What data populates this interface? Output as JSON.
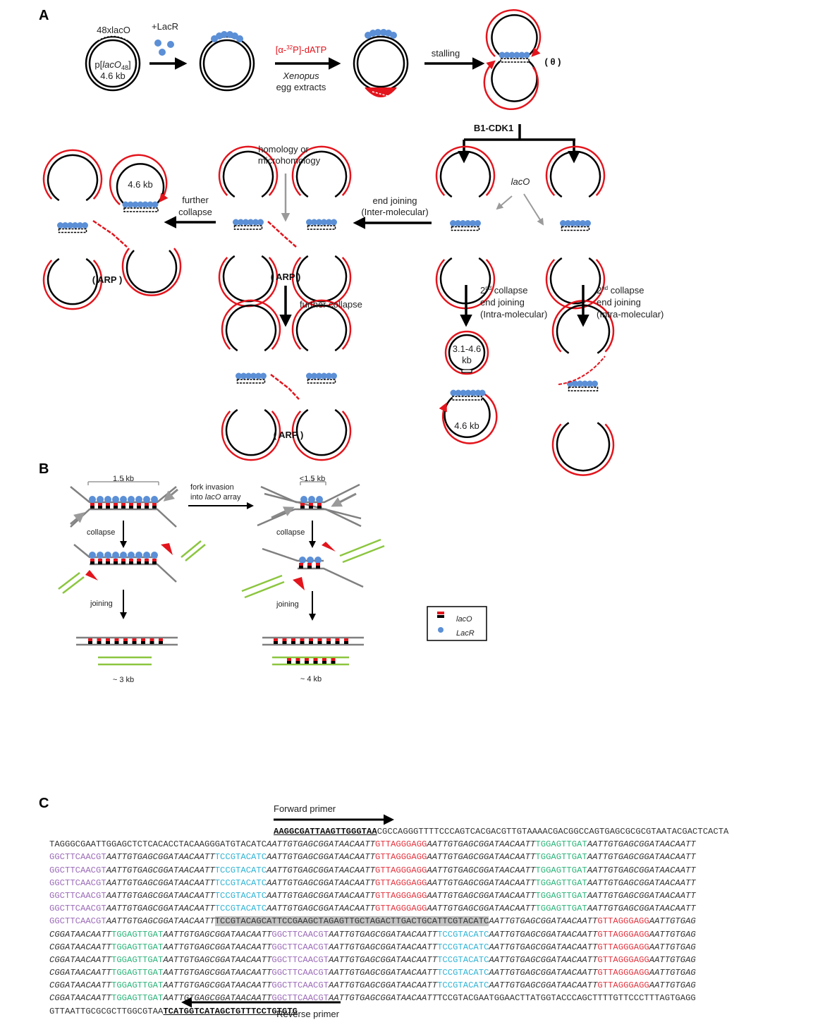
{
  "figure": {
    "panels": [
      "A",
      "B",
      "C"
    ],
    "colors": {
      "dna_strand": "#111111",
      "nascent_strand": "#e3141c",
      "lacR": "#5b8fd6",
      "grey_arrow": "#9a9a9a",
      "green_fragment": "#8cc63f",
      "grey_dna": "#808080",
      "seg_purple": "#9b6ab8",
      "seg_cyan": "#2fb3d4",
      "seg_red": "#e3343f",
      "seg_green": "#2db37a",
      "highlight": "#c2c2c2"
    }
  },
  "panelA": {
    "label": "A",
    "plasmid_array_label": "48xlacO",
    "plasmid_name_pre": "p[",
    "plasmid_name_it": "lacO",
    "plasmid_name_sub": "48",
    "plasmid_name_post": "]",
    "plasmid_size": "4.6 kb",
    "add_lacR": "+LacR",
    "radiolabel": "[α-32P]-dATP",
    "radiolabel_pre": "[α-",
    "radiolabel_sup": "32",
    "radiolabel_post": "P]-dATP",
    "extract_it": "Xenopus",
    "extract_line2": "egg extracts",
    "stalling": "stalling",
    "theta": "( θ )",
    "cdk": "B1-CDK1",
    "lacO_pointer": "lacO",
    "end_joining_inter_1": "end joining",
    "end_joining_inter_2": "(Inter-molecular)",
    "homology_1": "homology or",
    "homology_2": "microhomology",
    "further_collapse_1": "further",
    "further_collapse_2": "collapse",
    "further_collapse_down": "further collapse",
    "arp": "( ARP )",
    "small_circle_size": "4.6 kb",
    "second_collapse_sup": "nd",
    "second_collapse_num": "2",
    "second_collapse_rest": " collapse",
    "intra_1": "end joining",
    "intra_2": "(Intra-molecular)",
    "product_range_1": "3.1-4.6",
    "product_range_2": "kb",
    "product_size": "4.6 kb"
  },
  "panelB": {
    "label": "B",
    "left_span": "1.5 kb",
    "right_span": "<1.5 kb",
    "fork_invasion_1": "fork invasion",
    "fork_invasion_2_pre": "into ",
    "fork_invasion_2_it": "lacO",
    "fork_invasion_2_post": " array",
    "collapse": "collapse",
    "joining": "joining",
    "left_product": "~ 3 kb",
    "right_product": "~ 4 kb",
    "legend": [
      {
        "symbol": "red-black-bar",
        "label": "lacO"
      },
      {
        "symbol": "blue-dot",
        "label": "LacR"
      }
    ]
  },
  "panelC": {
    "label": "C",
    "forward_primer_label": "Forward primer",
    "reverse_primer_label": "Reverse primer",
    "lines": [
      [
        [
          "primer",
          "AAGGCGATTAAGTTGGGTAA"
        ],
        [
          "plain",
          "CGCCAGGGTTTTCCCAGTCACGACGTTGTAAAACGACGGCCAGTGAGCGCGCGTAATACGACTCACTA"
        ]
      ],
      [
        [
          "plain",
          "TAGGGCGAATTGGAGCTCTCACACCTACAAGGGATGTACATC"
        ],
        [
          "italic",
          "AATTGTGAGCGGATAACAATT"
        ],
        [
          "red",
          "GTTAGGGAGG"
        ],
        [
          "italic",
          "AATTGTGAGCGGATAACAATT"
        ],
        [
          "green",
          "TGGAGTTGAT"
        ],
        [
          "italic",
          "AATTGTGAGCGGATAACAATT"
        ]
      ],
      [
        [
          "purple",
          "GGCTTCAACGT"
        ],
        [
          "italic",
          "AATTGTGAGCGGATAACAATT"
        ],
        [
          "cyan",
          "TCCGTACATC"
        ],
        [
          "italic",
          "AATTGTGAGCGGATAACAATT"
        ],
        [
          "red",
          "GTTAGGGAGG"
        ],
        [
          "italic",
          "AATTGTGAGCGGATAACAATT"
        ],
        [
          "green",
          "TGGAGTTGAT"
        ],
        [
          "italic",
          "AATTGTGAGCGGATAACAATT"
        ]
      ],
      [
        [
          "purple",
          "GGCTTCAACGT"
        ],
        [
          "italic",
          "AATTGTGAGCGGATAACAATT"
        ],
        [
          "cyan",
          "TCCGTACATC"
        ],
        [
          "italic",
          "AATTGTGAGCGGATAACAATT"
        ],
        [
          "red",
          "GTTAGGGAGG"
        ],
        [
          "italic",
          "AATTGTGAGCGGATAACAATT"
        ],
        [
          "green",
          "TGGAGTTGAT"
        ],
        [
          "italic",
          "AATTGTGAGCGGATAACAATT"
        ]
      ],
      [
        [
          "purple",
          "GGCTTCAACGT"
        ],
        [
          "italic",
          "AATTGTGAGCGGATAACAATT"
        ],
        [
          "cyan",
          "TCCGTACATC"
        ],
        [
          "italic",
          "AATTGTGAGCGGATAACAATT"
        ],
        [
          "red",
          "GTTAGGGAGG"
        ],
        [
          "italic",
          "AATTGTGAGCGGATAACAATT"
        ],
        [
          "green",
          "TGGAGTTGAT"
        ],
        [
          "italic",
          "AATTGTGAGCGGATAACAATT"
        ]
      ],
      [
        [
          "purple",
          "GGCTTCAACGT"
        ],
        [
          "italic",
          "AATTGTGAGCGGATAACAATT"
        ],
        [
          "cyan",
          "TCCGTACATC"
        ],
        [
          "italic",
          "AATTGTGAGCGGATAACAATT"
        ],
        [
          "red",
          "GTTAGGGAGG"
        ],
        [
          "italic",
          "AATTGTGAGCGGATAACAATT"
        ],
        [
          "green",
          "TGGAGTTGAT"
        ],
        [
          "italic",
          "AATTGTGAGCGGATAACAATT"
        ]
      ],
      [
        [
          "purple",
          "GGCTTCAACGT"
        ],
        [
          "italic",
          "AATTGTGAGCGGATAACAATT"
        ],
        [
          "cyan",
          "TCCGTACATC"
        ],
        [
          "italic",
          "AATTGTGAGCGGATAACAATT"
        ],
        [
          "red",
          "GTTAGGGAGG"
        ],
        [
          "italic",
          "AATTGTGAGCGGATAACAATT"
        ],
        [
          "green",
          "TGGAGTTGAT"
        ],
        [
          "italic",
          "AATTGTGAGCGGATAACAATT"
        ]
      ],
      [
        [
          "purple",
          "GGCTTCAACGT"
        ],
        [
          "italic",
          "AATTGTGAGCGGATAACAATT"
        ],
        [
          "highlight",
          "TCCGTACAGCATTCCGAAGCTAGAGTTGCTAGACTTGACTGCATTCGTACATC"
        ],
        [
          "italic",
          "AATTGTGAGCGGATAACAATT"
        ],
        [
          "red",
          "GTTAGGGAGG"
        ],
        [
          "italic",
          "AATTGTGAG"
        ]
      ],
      [
        [
          "italic",
          "CGGATAACAATT"
        ],
        [
          "green",
          "TGGAGTTGAT"
        ],
        [
          "italic",
          "AATTGTGAGCGGATAACAATT"
        ],
        [
          "purple",
          "GGCTTCAACGT"
        ],
        [
          "italic",
          "AATTGTGAGCGGATAACAATT"
        ],
        [
          "cyan",
          "TCCGTACATC"
        ],
        [
          "italic",
          "AATTGTGAGCGGATAACAATT"
        ],
        [
          "red",
          "GTTAGGGAGG"
        ],
        [
          "italic",
          "AATTGTGAG"
        ]
      ],
      [
        [
          "italic",
          "CGGATAACAATT"
        ],
        [
          "green",
          "TGGAGTTGAT"
        ],
        [
          "italic",
          "AATTGTGAGCGGATAACAATT"
        ],
        [
          "purple",
          "GGCTTCAACGT"
        ],
        [
          "italic",
          "AATTGTGAGCGGATAACAATT"
        ],
        [
          "cyan",
          "TCCGTACATC"
        ],
        [
          "italic",
          "AATTGTGAGCGGATAACAATT"
        ],
        [
          "red",
          "GTTAGGGAGG"
        ],
        [
          "italic",
          "AATTGTGAG"
        ]
      ],
      [
        [
          "italic",
          "CGGATAACAATT"
        ],
        [
          "green",
          "TGGAGTTGAT"
        ],
        [
          "italic",
          "AATTGTGAGCGGATAACAATT"
        ],
        [
          "purple",
          "GGCTTCAACGT"
        ],
        [
          "italic",
          "AATTGTGAGCGGATAACAATT"
        ],
        [
          "cyan",
          "TCCGTACATC"
        ],
        [
          "italic",
          "AATTGTGAGCGGATAACAATT"
        ],
        [
          "red",
          "GTTAGGGAGG"
        ],
        [
          "italic",
          "AATTGTGAG"
        ]
      ],
      [
        [
          "italic",
          "CGGATAACAATT"
        ],
        [
          "green",
          "TGGAGTTGAT"
        ],
        [
          "italic",
          "AATTGTGAGCGGATAACAATT"
        ],
        [
          "purple",
          "GGCTTCAACGT"
        ],
        [
          "italic",
          "AATTGTGAGCGGATAACAATT"
        ],
        [
          "cyan",
          "TCCGTACATC"
        ],
        [
          "italic",
          "AATTGTGAGCGGATAACAATT"
        ],
        [
          "red",
          "GTTAGGGAGG"
        ],
        [
          "italic",
          "AATTGTGAG"
        ]
      ],
      [
        [
          "italic",
          "CGGATAACAATT"
        ],
        [
          "green",
          "TGGAGTTGAT"
        ],
        [
          "italic",
          "AATTGTGAGCGGATAACAATT"
        ],
        [
          "purple",
          "GGCTTCAACGT"
        ],
        [
          "italic",
          "AATTGTGAGCGGATAACAATT"
        ],
        [
          "cyan",
          "TCCGTACATC"
        ],
        [
          "italic",
          "AATTGTGAGCGGATAACAATT"
        ],
        [
          "red",
          "GTTAGGGAGG"
        ],
        [
          "italic",
          "AATTGTGAG"
        ]
      ],
      [
        [
          "italic",
          "CGGATAACAATT"
        ],
        [
          "green",
          "TGGAGTTGAT"
        ],
        [
          "italic",
          "AATTGTGAGCGGATAACAATT"
        ],
        [
          "purple",
          "GGCTTCAACGT"
        ],
        [
          "italic",
          "AATTGTGAGCGGATAACAATT"
        ],
        [
          "plain",
          "TCCGTACGAATGGAACTTATGGTACCCAGCTTTTGTTCCCTTTAGTGAGG"
        ]
      ],
      [
        [
          "plain",
          "GTTAATTGCGCGCTTGGCGTAA"
        ],
        [
          "primer",
          "TCATGGTCATAGCTGTTTCCTGTGTG"
        ]
      ]
    ]
  }
}
